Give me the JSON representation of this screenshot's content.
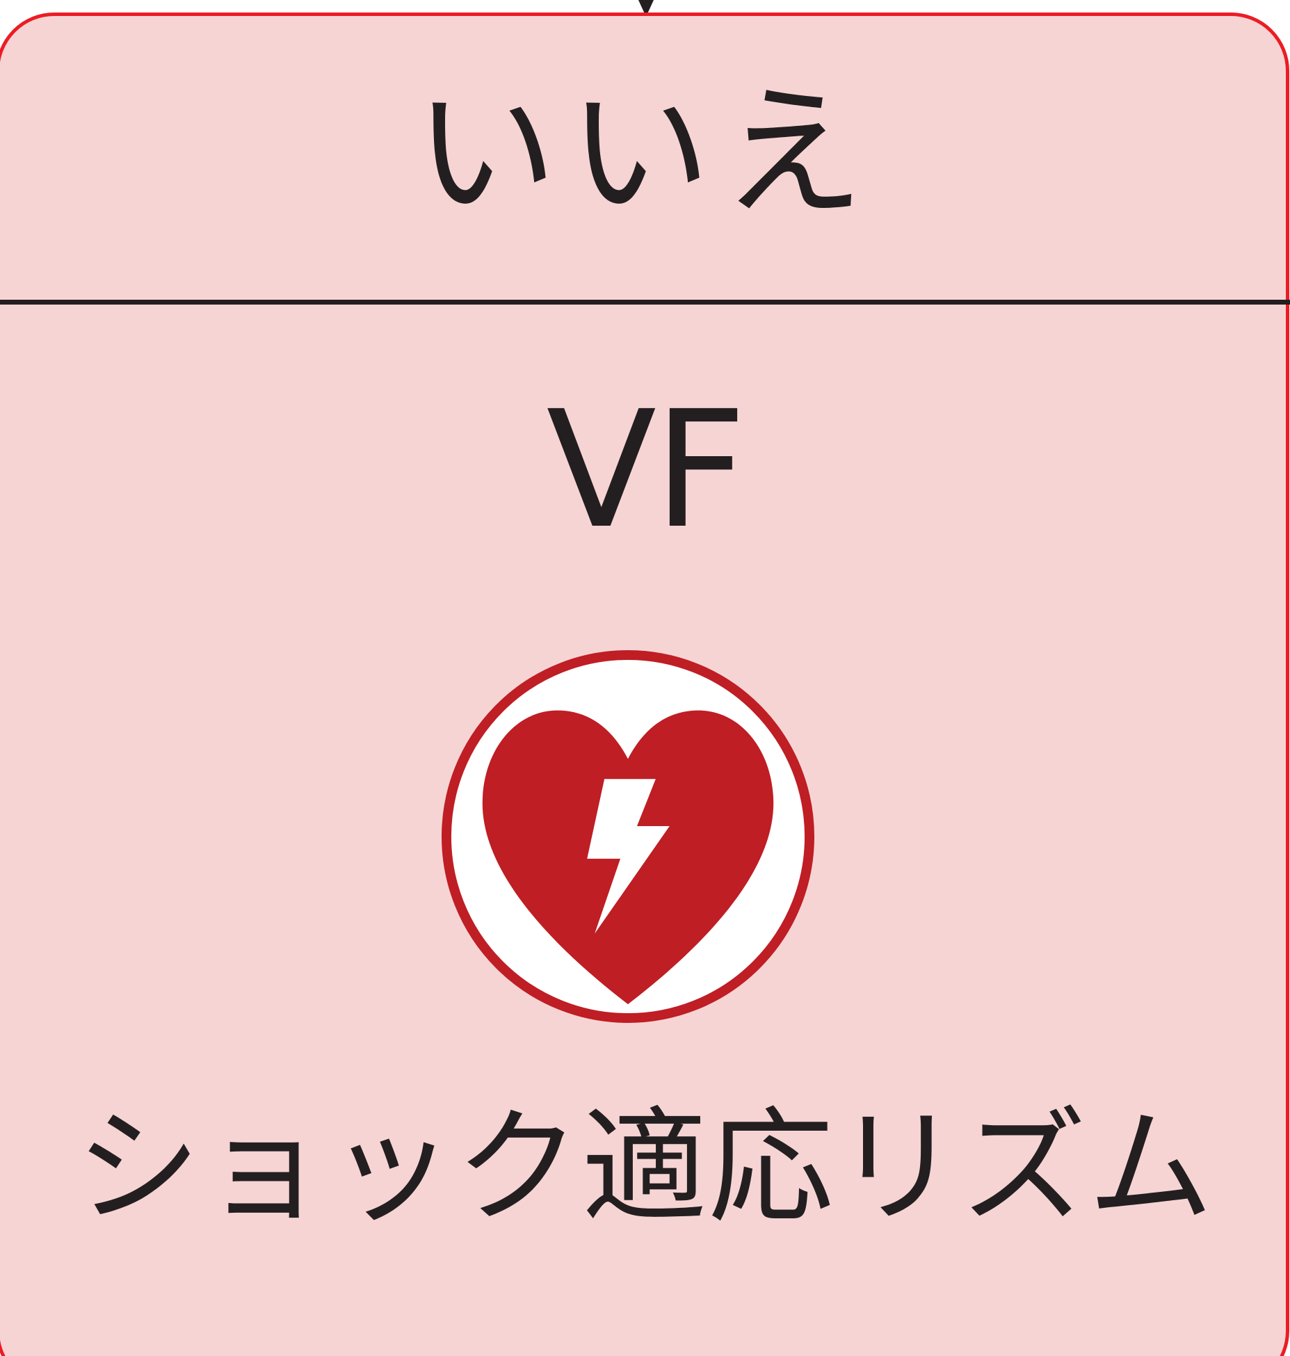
{
  "flowchart_box": {
    "answer": "いいえ",
    "rhythm": "VF",
    "rhythm_type": "ショック適応リズム",
    "symbol": "aed-shock-heart-icon"
  },
  "colors": {
    "box_fill": "#f7d4d4",
    "box_border": "#ec1c24",
    "text": "#231f20",
    "symbol_red": "#be1e24",
    "symbol_white": "#ffffff"
  }
}
